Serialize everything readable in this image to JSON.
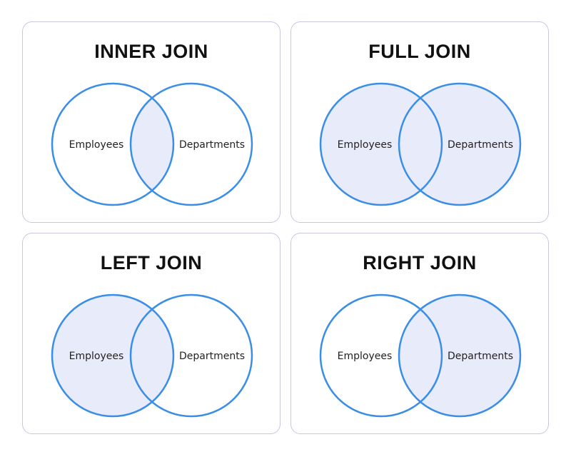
{
  "colors": {
    "stroke": "#3a8ee6",
    "fill": "#e8ebfa",
    "card_border": "#c8c6e0",
    "text": "#111111"
  },
  "diagrams": [
    {
      "title": "INNER JOIN",
      "left_label": "Employees",
      "right_label": "Departments",
      "highlight": "inner"
    },
    {
      "title": "FULL JOIN",
      "left_label": "Employees",
      "right_label": "Departments",
      "highlight": "full"
    },
    {
      "title": "LEFT JOIN",
      "left_label": "Employees",
      "right_label": "Departments",
      "highlight": "left"
    },
    {
      "title": "RIGHT JOIN",
      "left_label": "Employees",
      "right_label": "Departments",
      "highlight": "right"
    }
  ]
}
